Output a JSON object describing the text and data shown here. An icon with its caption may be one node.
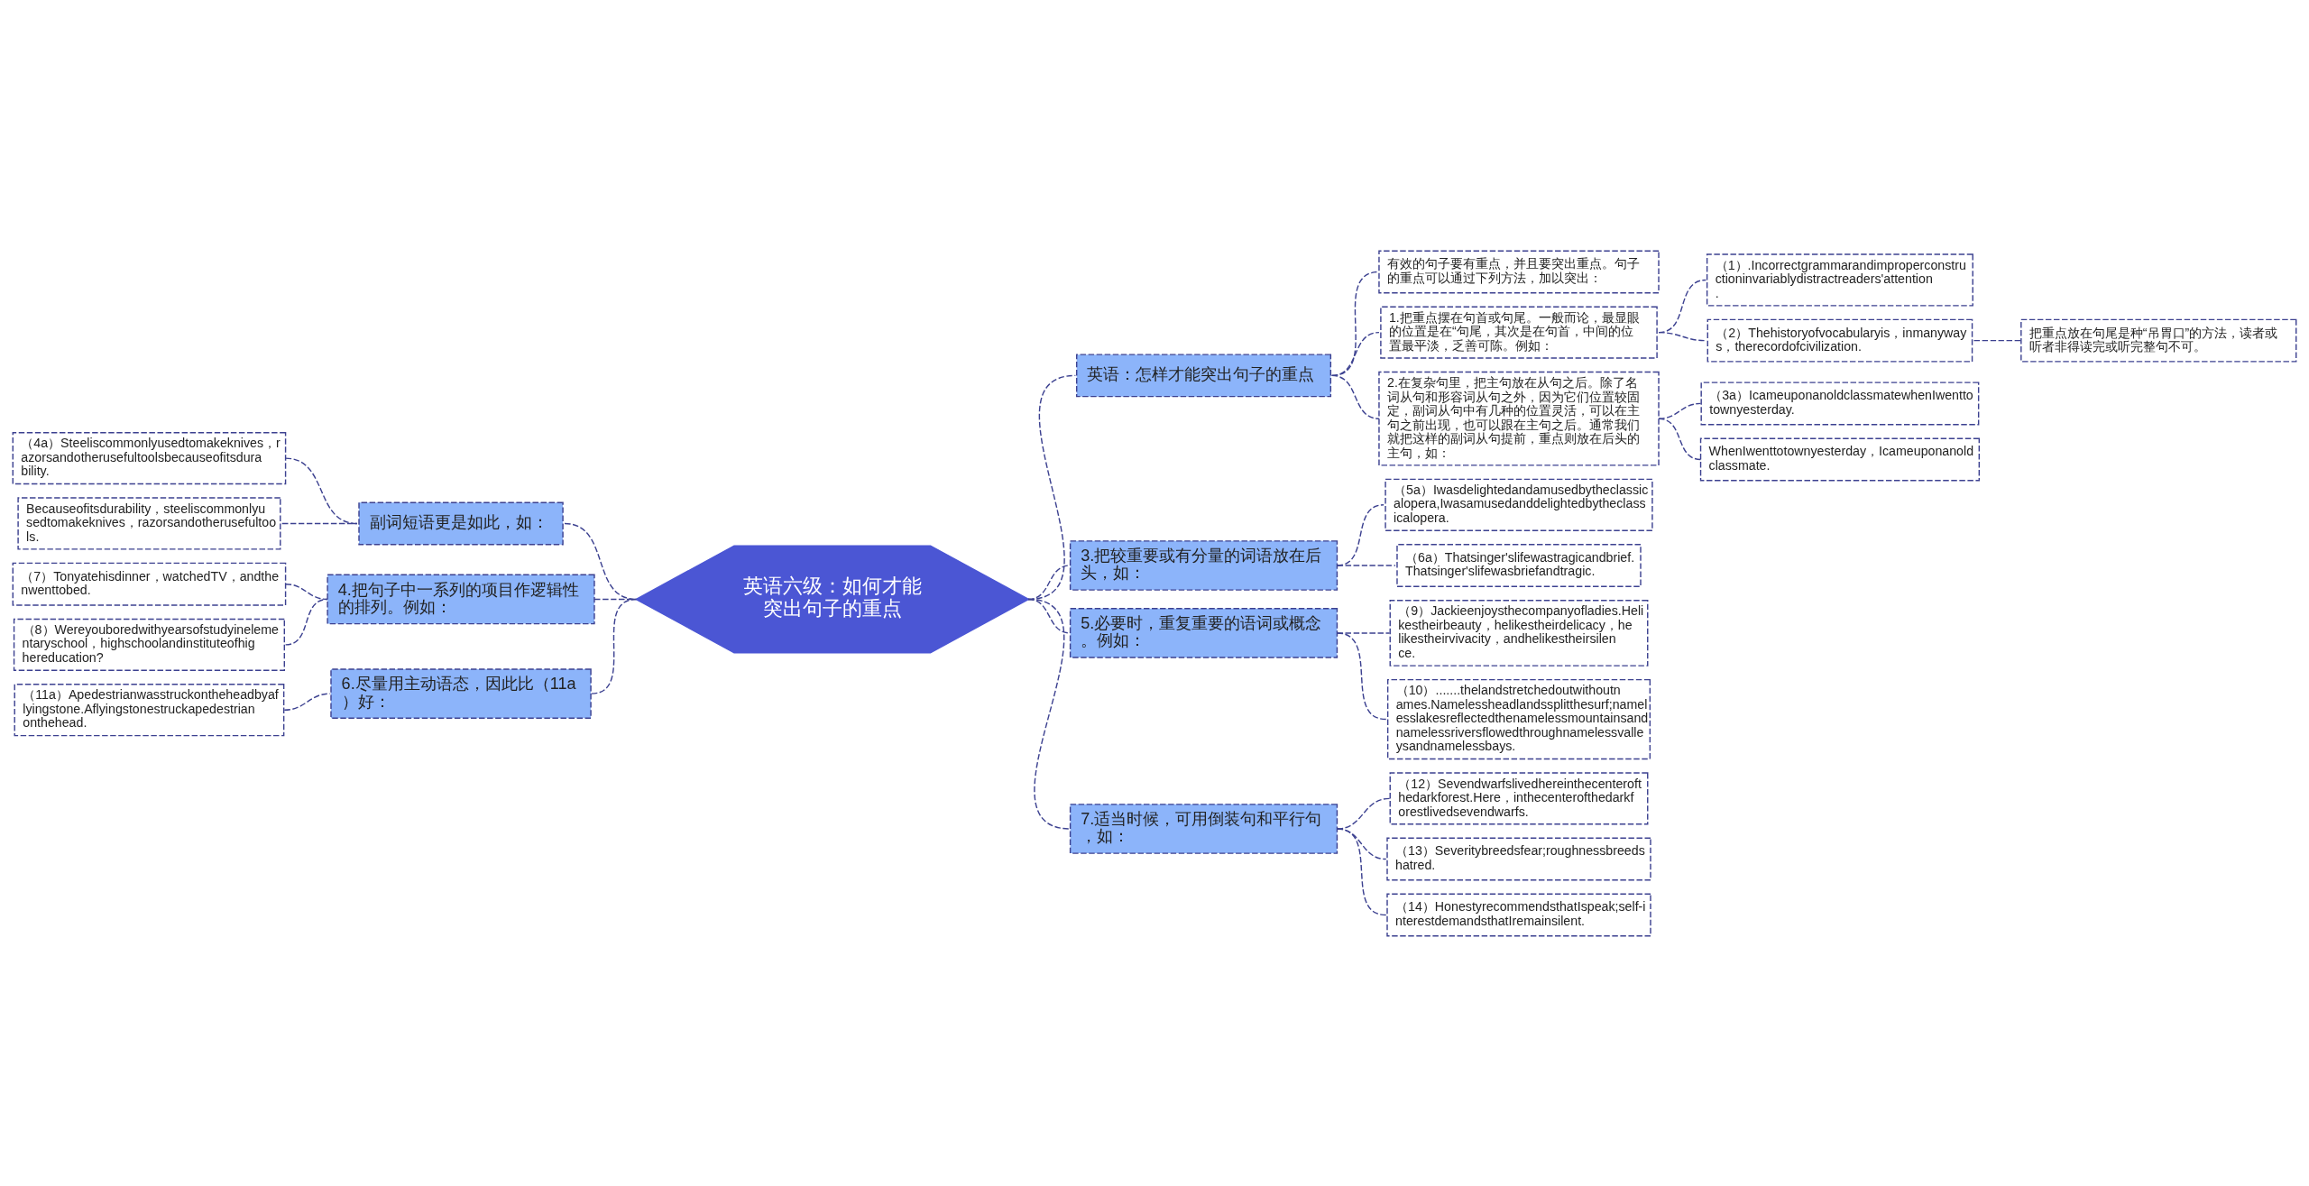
{
  "diagram": {
    "nodes": [
      {
        "text": [
          "英语六级：如何才能突出句子的重点"
        ]
      },
      {
        "text": [
          "英语：怎样才能突出句子的重点"
        ]
      },
      {
        "text": [
          "有效的句子要有重点，并且要突出重点。句子的重点可以通过下列方法，加以突出："
        ]
      },
      {
        "text": [
          "1.把重点摆在句首或句尾。一般而论，最显眼的位置是在“句尾，其次是在句首，中间的位置最平淡，乏善可陈。例如："
        ]
      },
      {
        "text": [
          "（1）.Incorrectgrammarandimproperconstructioninvariablydistractreaders'attention."
        ]
      },
      {
        "text": [
          "（2）Thehistoryofvocabularyis，inmanyways，therecordofcivilization."
        ]
      },
      {
        "text": [
          "把重点放在句尾是种“吊胃口”的方法，读者或听者非得读完或听完整句不可。"
        ]
      },
      {
        "text": [
          "2.在复杂句里，把主句放在从句之后。除了名词从句和形容词从句之外，因为它们位置较固定，副词从句中有几种的位置灵活，可以在主句之前出现，也可以跟在主句之后。通常我们就把这样的副词从句提前，重点则放在后头的主句，如："
        ]
      },
      {
        "text": [
          "（3a）IcameuponanoldclassmatewhenIwenttotownyesterday."
        ]
      },
      {
        "text": [
          "WhenIwenttotownyesterday，Icameuponanoldclassmate."
        ]
      },
      {
        "text": [
          "3.把较重要或有分量的词语放在后头，如："
        ]
      },
      {
        "text": [
          "（5a）Iwasdelightedandamusedbytheclassicalopera,Iwasamusedanddelightedbytheclassicalopera."
        ]
      },
      {
        "text": [
          "（6a）Thatsinger'slifewastragicandbrief.Thatsinger'slifewasbriefandtragic."
        ]
      },
      {
        "text": [
          "5.必要时，重复重要的语词或概念。例如："
        ]
      },
      {
        "text": [
          "（9）Jackieenjoysthecompanyofladies.Helikestheirbeauty，helikestheirdelicacy，helikestheirvivacity，andhelikestheirsilence."
        ]
      },
      {
        "text": [
          "（10）.......thelandstretchedoutwithoutnames.Namelessheadlandssplitthesurf;namelesslakesreflectedthenamelessmountainsandnamelessriversflowedthroughnamelessvalleysandnamelessbays."
        ]
      },
      {
        "text": [
          "7.适当时候，可用倒装句和平行句，如："
        ]
      },
      {
        "text": [
          "（12）Sevendwarfslivedhereinthecenterofthedarkforest.Here，inthecenterofthedarkforestlivedsevendwarfs."
        ]
      },
      {
        "text": [
          "（13）Severitybreedsfear;roughnessbreedshatred."
        ]
      },
      {
        "text": [
          "（14）HonestyrecommendsthatIspeak;self-interestdemandsthatIremainsilent."
        ]
      },
      {
        "text": [
          "副词短语更是如此，如："
        ]
      },
      {
        "text": [
          "（4a）Steeliscommonlyusedtomakeknives，razorsandotherusefultoolsbecauseofitsdurability."
        ]
      },
      {
        "text": [
          "Becauseofitsdurability，steeliscommonlyusedtomakeknives，razorsandotherusefultools."
        ]
      },
      {
        "text": [
          "4.把句子中一系列的项目作逻辑性的排列。例如："
        ]
      },
      {
        "text": [
          "（7）Tonyatehisdinner，watchedTV，andthenwenttobed."
        ]
      },
      {
        "text": [
          "（8）Wereyouboredwithyearsofstudyinelementaryschool，highschoolandinstituteofhighereducation?"
        ]
      },
      {
        "text": [
          "6.尽量用主动语态，因此比（11a）好："
        ]
      },
      {
        "text": [
          "（11a）Apedestrianwasstruckontheheadbyaflyingstone.Aflyingstonestruckapedestrianonthehead."
        ]
      }
    ],
    "edges": [
      {
        "from": 0,
        "to": 1,
        "arrow": "none",
        "style": "dashed"
      },
      {
        "from": 1,
        "to": 2,
        "arrow": "none",
        "style": "dashed"
      },
      {
        "from": 1,
        "to": 3,
        "arrow": "none",
        "style": "dashed"
      },
      {
        "from": 3,
        "to": 4,
        "arrow": "none",
        "style": "dashed"
      },
      {
        "from": 3,
        "to": 5,
        "arrow": "none",
        "style": "dashed"
      },
      {
        "from": 5,
        "to": 6,
        "arrow": "none",
        "style": "dashed"
      },
      {
        "from": 1,
        "to": 7,
        "arrow": "none",
        "style": "dashed"
      },
      {
        "from": 7,
        "to": 8,
        "arrow": "none",
        "style": "dashed"
      },
      {
        "from": 7,
        "to": 9,
        "arrow": "none",
        "style": "dashed"
      },
      {
        "from": 0,
        "to": 10,
        "arrow": "none",
        "style": "dashed"
      },
      {
        "from": 10,
        "to": 11,
        "arrow": "none",
        "style": "dashed"
      },
      {
        "from": 10,
        "to": 12,
        "arrow": "none",
        "style": "dashed"
      },
      {
        "from": 0,
        "to": 13,
        "arrow": "none",
        "style": "dashed"
      },
      {
        "from": 13,
        "to": 14,
        "arrow": "none",
        "style": "dashed"
      },
      {
        "from": 13,
        "to": 15,
        "arrow": "none",
        "style": "dashed"
      },
      {
        "from": 0,
        "to": 16,
        "arrow": "none",
        "style": "dashed"
      },
      {
        "from": 16,
        "to": 17,
        "arrow": "none",
        "style": "dashed"
      },
      {
        "from": 16,
        "to": 18,
        "arrow": "none",
        "style": "dashed"
      },
      {
        "from": 16,
        "to": 19,
        "arrow": "none",
        "style": "dashed"
      },
      {
        "from": 0,
        "to": 20,
        "arrow": "none",
        "style": "dashed"
      },
      {
        "from": 20,
        "to": 21,
        "arrow": "none",
        "style": "dashed"
      },
      {
        "from": 20,
        "to": 22,
        "arrow": "none",
        "style": "dashed"
      },
      {
        "from": 0,
        "to": 23,
        "arrow": "none",
        "style": "dashed"
      },
      {
        "from": 23,
        "to": 24,
        "arrow": "none",
        "style": "dashed"
      },
      {
        "from": 23,
        "to": 25,
        "arrow": "none",
        "style": "dashed"
      },
      {
        "from": 0,
        "to": 26,
        "arrow": "none",
        "style": "dashed"
      },
      {
        "from": 26,
        "to": 27,
        "arrow": "none",
        "style": "dashed"
      }
    ]
  }
}
